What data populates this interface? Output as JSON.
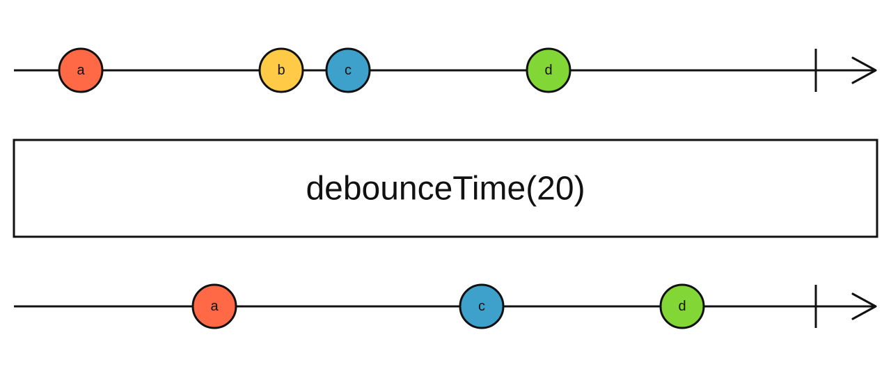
{
  "colors": {
    "line": "#111111",
    "marble_stroke": "#111111",
    "a": "#ff6946",
    "b": "#ffcb46",
    "c": "#3ea1cb",
    "d": "#82d736"
  },
  "input": {
    "marbles": [
      {
        "label": "a",
        "time": 10,
        "color_key": "a"
      },
      {
        "label": "b",
        "time": 40,
        "color_key": "b"
      },
      {
        "label": "c",
        "time": 50,
        "color_key": "c"
      },
      {
        "label": "d",
        "time": 80,
        "color_key": "d"
      }
    ],
    "complete": 120
  },
  "operator": {
    "label": "debounceTime(20)"
  },
  "output": {
    "marbles": [
      {
        "label": "a",
        "time": 30,
        "color_key": "a"
      },
      {
        "label": "c",
        "time": 70,
        "color_key": "c"
      },
      {
        "label": "d",
        "time": 100,
        "color_key": "d"
      }
    ],
    "complete": 120
  }
}
